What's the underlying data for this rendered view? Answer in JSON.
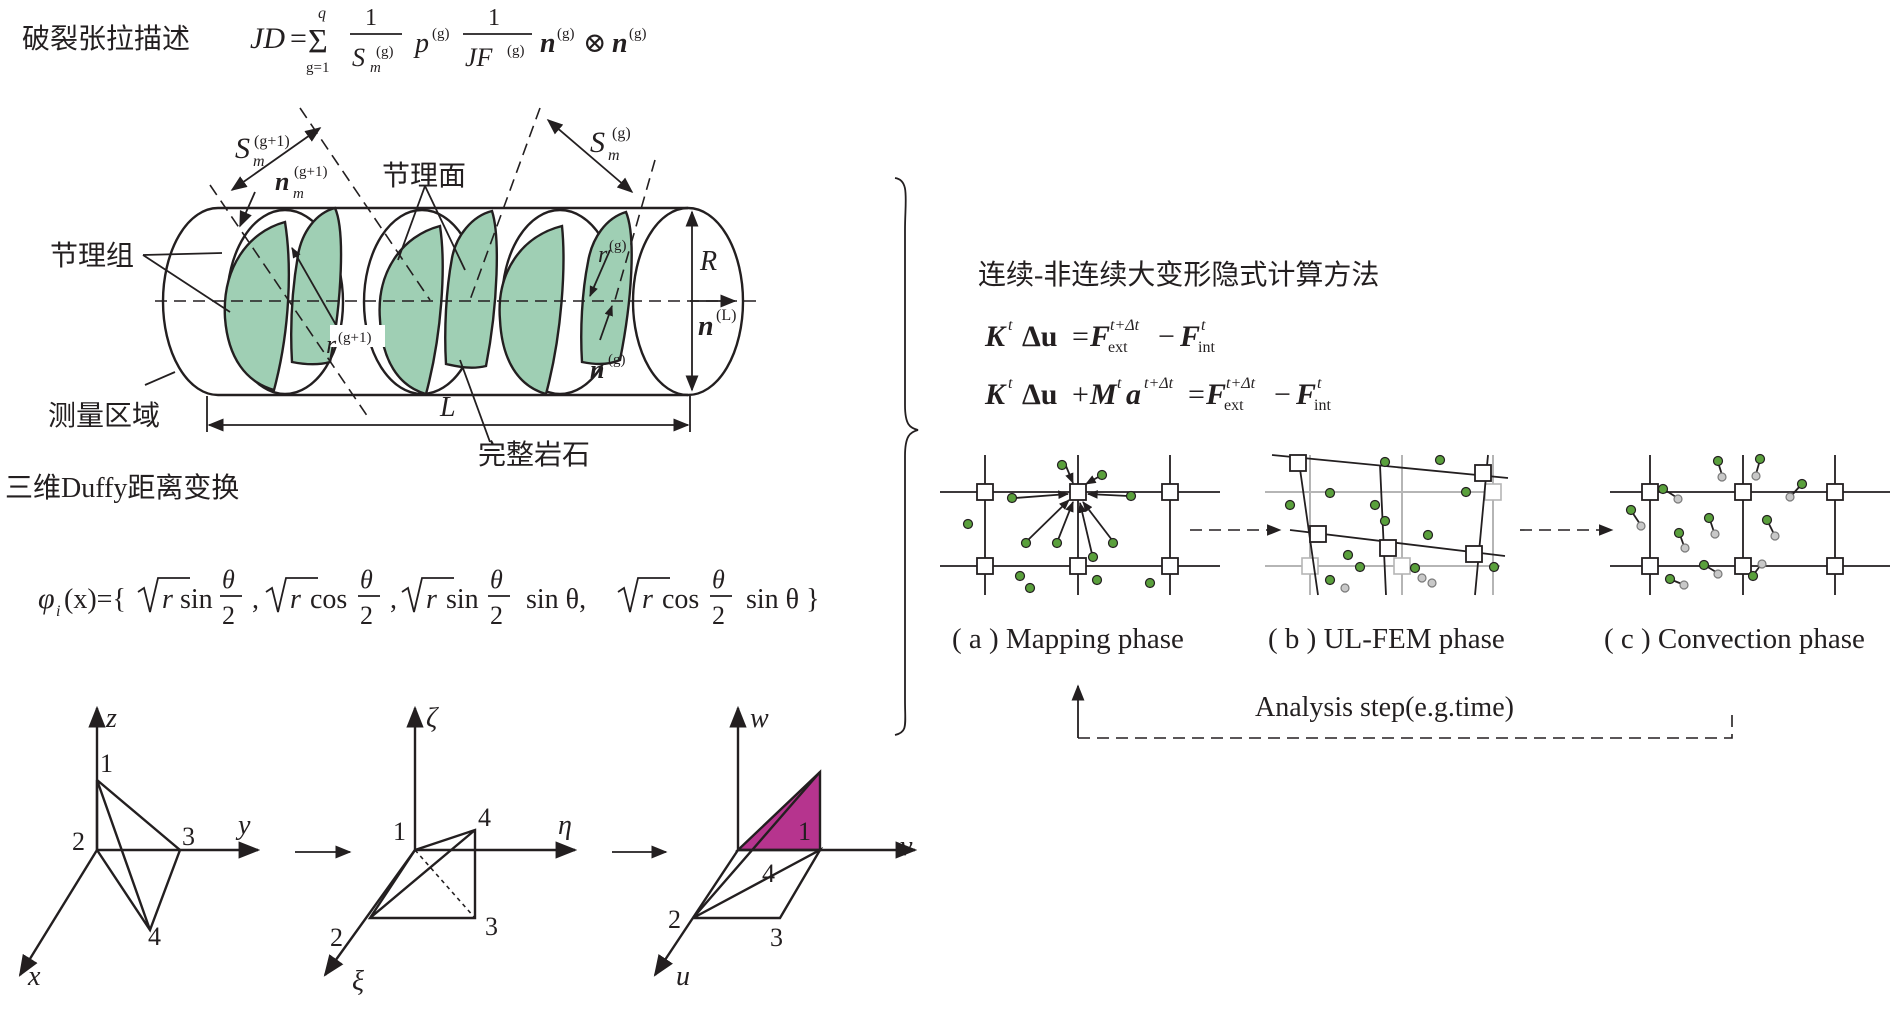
{
  "colors": {
    "ink": "#231f20",
    "joint_fill": "#9fcfb4",
    "particle_green": "#5aa03c",
    "particle_grey": "#c8c8c8",
    "duffy_fill": "#b6348e",
    "ghost_grid": "#b5b5b5"
  },
  "fracture": {
    "title": "破裂张拉描述",
    "lhs": "JD",
    "eq": "=",
    "sum": "Σ",
    "sum_top": "q",
    "sum_bottom": "g=1",
    "one_a": "1",
    "S": "S",
    "S_sub": "m",
    "S_sup": "(g)",
    "p": "p",
    "p_sup": "(g)",
    "one_b": "1",
    "JF": "JF",
    "JF_sup": "(g)",
    "n1": "n",
    "n1_sup": "(g)",
    "otimes": "⊗",
    "n2": "n",
    "n2_sup": "(g)"
  },
  "cylinder": {
    "label_joint_face": "节理面",
    "label_joint_group": "节理组",
    "label_measure_zone": "测量区域",
    "label_intact_rock": "完整岩石",
    "S_left": "S",
    "S_left_sub": "m",
    "S_left_sup": "(g+1)",
    "n_left": "n",
    "n_left_sub": "m",
    "n_left_sup": "(g+1)",
    "S_right": "S",
    "S_right_sub": "m",
    "S_right_sup": "(g)",
    "r_right": "r",
    "r_right_sup": "(g)",
    "R": "R",
    "nL": "n",
    "nL_sup": "(L)",
    "r_left": "r",
    "r_left_sup": "(g+1)",
    "n_g": "n",
    "n_g_sup": "(g)",
    "L": "L"
  },
  "duffy": {
    "title": "三维Duffy距离变换",
    "phi": "φ",
    "phi_sub": "i",
    "phi_args": "(x)={",
    "term1_sin": "sin",
    "term2_cos": "cos",
    "term3_sin": "sin",
    "term3_sin2": "sin θ,",
    "term4_cos": "cos",
    "term4_sin": "sin θ }",
    "r": "r",
    "theta": "θ",
    "two": "2",
    "comma": ",",
    "fig1_axes": [
      "z",
      "y",
      "x"
    ],
    "fig1_nodes": [
      "1",
      "2",
      "3",
      "4"
    ],
    "fig2_axes": [
      "ζ",
      "η",
      "ξ"
    ],
    "fig2_nodes": [
      "1",
      "4",
      "2",
      "3"
    ],
    "fig3_axes": [
      "w",
      "v",
      "u"
    ],
    "fig3_nodes": [
      "1",
      "4",
      "2",
      "3"
    ]
  },
  "method": {
    "title": "连续-非连续大变形隐式计算方法",
    "eq1": {
      "K": "K",
      "t": "t",
      "du": "Δu",
      "eq": "=",
      "F": "F",
      "ext": "ext",
      "tdt": "t+Δt",
      "minus": "−",
      "F2": "F",
      "int": "int",
      "t2": "t"
    },
    "eq2": {
      "K": "K",
      "t": "t",
      "du": "Δu",
      "plus": "+",
      "M": "M",
      "tM": "t",
      "a": "a",
      "ta": "t+Δt",
      "eq": "=",
      "F": "F",
      "ext": "ext",
      "tdt": "t+Δt",
      "minus": "−",
      "F2": "F",
      "int": "int",
      "t2": "t"
    },
    "phase_a": "( a ) Mapping phase",
    "phase_b": "( b ) UL-FEM phase",
    "phase_c": "( c ) Convection phase",
    "analysis_step": "Analysis step(e.g.time)"
  }
}
